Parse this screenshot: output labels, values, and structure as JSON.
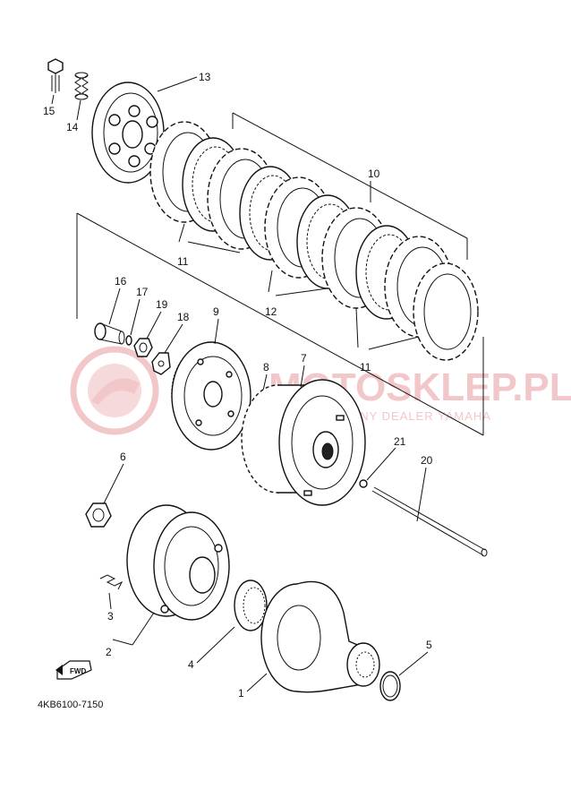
{
  "watermark": {
    "brand": "MOTOSKLEP.PL",
    "tagline": "AUTORYZOWANY DEALER YAMAHA",
    "accent_color": "#e8a0a4"
  },
  "diagram_code": "4KB6100-7150",
  "fwd_label": "FWD",
  "callouts": {
    "c1": "1",
    "c2": "2",
    "c3": "3",
    "c4": "4",
    "c5": "5",
    "c6": "6",
    "c7": "7",
    "c8": "8",
    "c9": "9",
    "c10": "10",
    "c11a": "11",
    "c11b": "11",
    "c12": "12",
    "c13": "13",
    "c14": "14",
    "c15": "15",
    "c16": "16",
    "c17": "17",
    "c18": "18",
    "c19": "19",
    "c20": "20",
    "c21": "21"
  }
}
